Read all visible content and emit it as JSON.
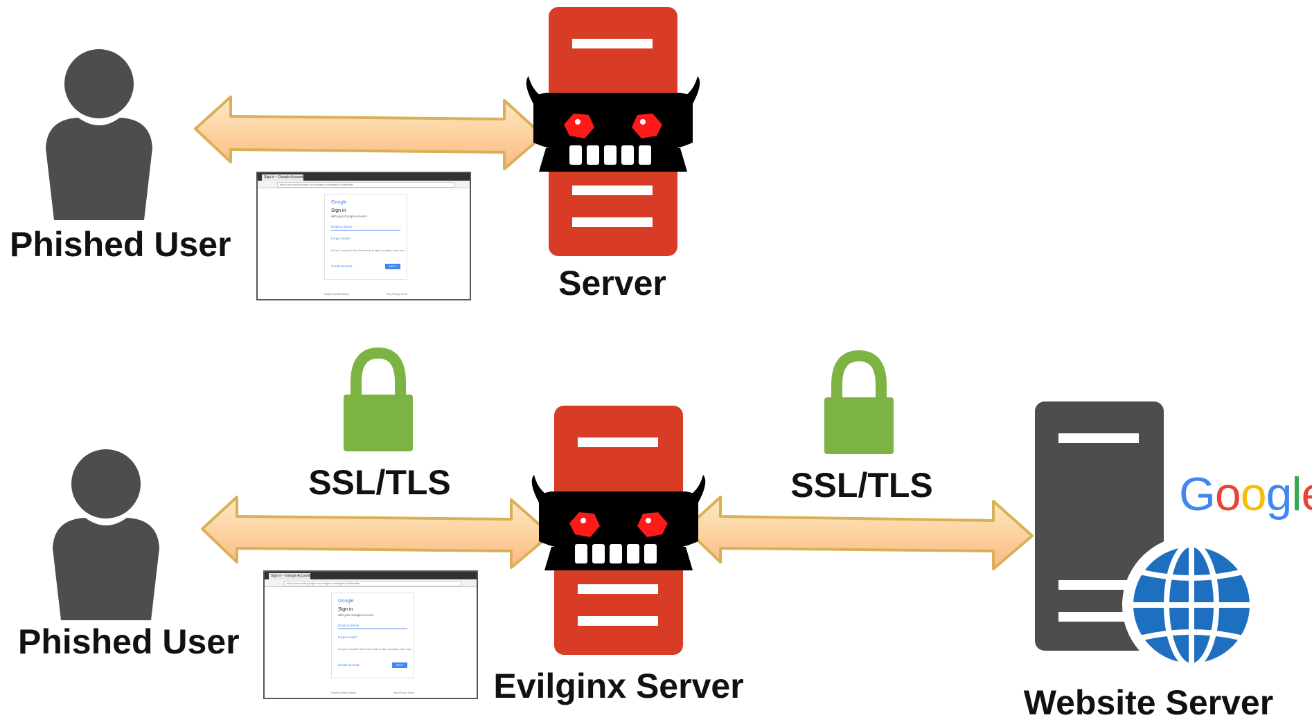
{
  "top_row": {
    "user_label": "Phished User",
    "server_label": "Server"
  },
  "bottom_row": {
    "user_label": "Phished User",
    "server_label": "Evilginx Server",
    "website_label": "Website Server",
    "tls_left": "SSL/TLS",
    "tls_right": "SSL/TLS",
    "brand_logo_text": "Google"
  },
  "colors": {
    "person": "#4d4d4d",
    "server_red": "#d83b26",
    "server_dark": "#4d4d4d",
    "lock_green": "#7cb342",
    "globe_blue": "#1f6fc0",
    "arrow_fill": "#fcd8a8",
    "arrow_stroke": "#d9b056",
    "demon": "#000000",
    "demon_eye": "#ff1a1a"
  },
  "icons": [
    "person-icon",
    "server-icon",
    "demon-face-icon",
    "lock-icon",
    "globe-icon",
    "double-arrow-icon",
    "browser-screenshot"
  ],
  "login_screenshot": {
    "tab_title": "Sign in – Google Accounts",
    "url": "https://accounts.google.com.evilginx.com/signin/v2/identifier",
    "google_text": "Google",
    "heading": "Sign in",
    "subheading": "with your Google Account",
    "email_placeholder": "Email or phone",
    "forgot_link": "Forgot email?",
    "guest_note": "Not your computer? Use Guest mode to sign in privately. Learn more",
    "create_account": "Create account",
    "next_button": "NEXT",
    "language": "English (United States)",
    "footer_links": "Help   Privacy   Terms"
  }
}
